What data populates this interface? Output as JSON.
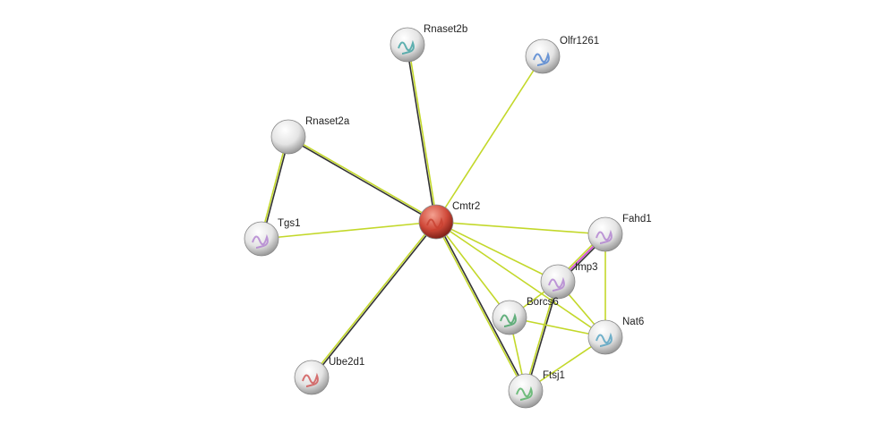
{
  "network": {
    "colors": {
      "textmining": "#c3d82a",
      "coexpression": "#333333",
      "experiments": "#d040d0",
      "query": "#d03030",
      "node": "#e8e8e8"
    },
    "nodes": [
      {
        "id": "Cmtr2",
        "label": "Cmtr2",
        "query": true,
        "tint": "#c84030"
      },
      {
        "id": "Rnaset2b",
        "label": "Rnaset2b",
        "tint": "#3aa0a0"
      },
      {
        "id": "Olfr1261",
        "label": "Olfr1261",
        "tint": "#4a80d0"
      },
      {
        "id": "Rnaset2a",
        "label": "Rnaset2a",
        "tint": null
      },
      {
        "id": "Tgs1",
        "label": "Tgs1",
        "tint": "#b080d0"
      },
      {
        "id": "Fahd1",
        "label": "Fahd1",
        "tint": "#b080d0"
      },
      {
        "id": "Imp3",
        "label": "Imp3",
        "tint": "#b080d0"
      },
      {
        "id": "Borcs6",
        "label": "Borcs6",
        "tint": "#40a060"
      },
      {
        "id": "Nat6",
        "label": "Nat6",
        "tint": "#50a0c0"
      },
      {
        "id": "Ube2d1",
        "label": "Ube2d1",
        "tint": "#d05050"
      },
      {
        "id": "Ftsj1",
        "label": "Ftsj1",
        "tint": "#50b060"
      }
    ],
    "edges": [
      {
        "a": "Cmtr2",
        "b": "Rnaset2b",
        "types": [
          "coexpression",
          "textmining"
        ]
      },
      {
        "a": "Cmtr2",
        "b": "Olfr1261",
        "types": [
          "textmining"
        ]
      },
      {
        "a": "Cmtr2",
        "b": "Rnaset2a",
        "types": [
          "coexpression",
          "textmining"
        ]
      },
      {
        "a": "Rnaset2a",
        "b": "Tgs1",
        "types": [
          "coexpression",
          "textmining"
        ]
      },
      {
        "a": "Cmtr2",
        "b": "Tgs1",
        "types": [
          "textmining"
        ]
      },
      {
        "a": "Cmtr2",
        "b": "Ube2d1",
        "types": [
          "coexpression",
          "textmining"
        ]
      },
      {
        "a": "Cmtr2",
        "b": "Fahd1",
        "types": [
          "textmining"
        ]
      },
      {
        "a": "Cmtr2",
        "b": "Imp3",
        "types": [
          "textmining"
        ]
      },
      {
        "a": "Cmtr2",
        "b": "Borcs6",
        "types": [
          "textmining"
        ]
      },
      {
        "a": "Cmtr2",
        "b": "Nat6",
        "types": [
          "textmining"
        ]
      },
      {
        "a": "Cmtr2",
        "b": "Ftsj1",
        "types": [
          "coexpression",
          "textmining"
        ]
      },
      {
        "a": "Fahd1",
        "b": "Imp3",
        "types": [
          "coexpression",
          "experiments",
          "textmining"
        ]
      },
      {
        "a": "Fahd1",
        "b": "Nat6",
        "types": [
          "textmining"
        ]
      },
      {
        "a": "Imp3",
        "b": "Borcs6",
        "types": [
          "textmining"
        ]
      },
      {
        "a": "Imp3",
        "b": "Nat6",
        "types": [
          "textmining"
        ]
      },
      {
        "a": "Imp3",
        "b": "Ftsj1",
        "types": [
          "coexpression",
          "textmining"
        ]
      },
      {
        "a": "Borcs6",
        "b": "Nat6",
        "types": [
          "textmining"
        ]
      },
      {
        "a": "Borcs6",
        "b": "Ftsj1",
        "types": [
          "textmining"
        ]
      },
      {
        "a": "Nat6",
        "b": "Ftsj1",
        "types": [
          "textmining"
        ]
      }
    ]
  }
}
